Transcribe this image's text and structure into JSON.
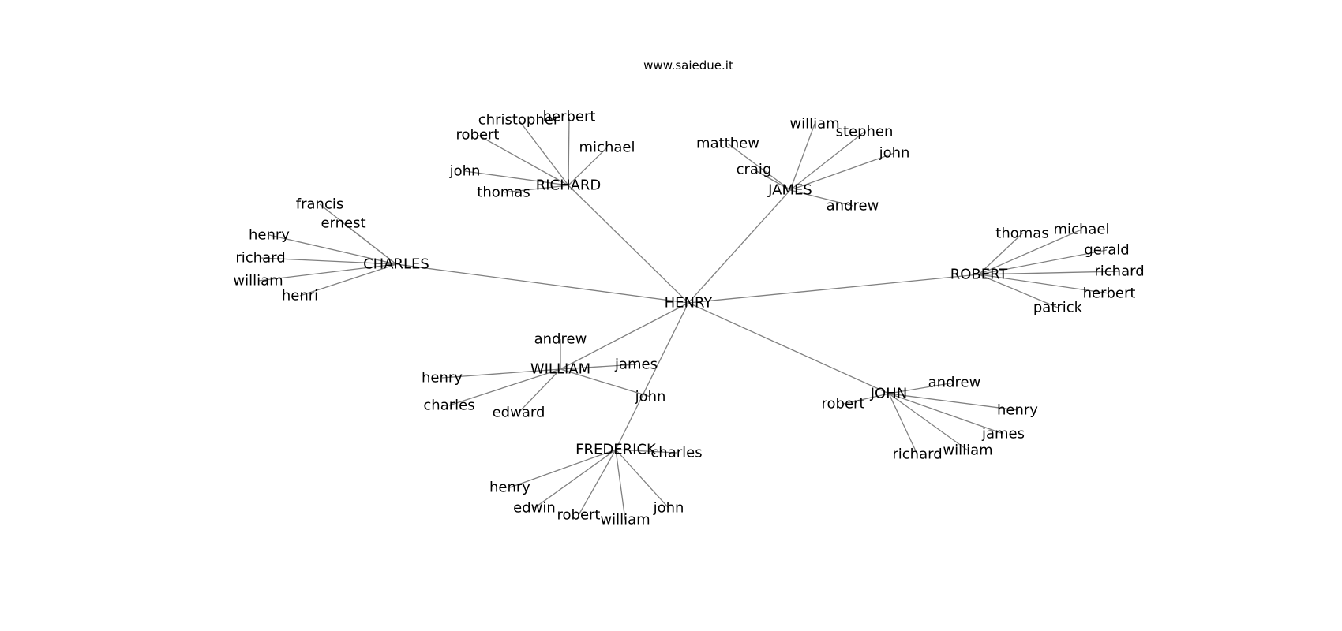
{
  "header": {
    "site": "www.saiedue.it"
  },
  "graph": {
    "root": "HENRY",
    "hubs": [
      {
        "name": "RICHARD",
        "children": [
          "christopher",
          "herbert",
          "robert",
          "michael",
          "john",
          "thomas"
        ]
      },
      {
        "name": "JAMES",
        "children": [
          "william",
          "stephen",
          "matthew",
          "john",
          "craig",
          "andrew"
        ]
      },
      {
        "name": "CHARLES",
        "children": [
          "francis",
          "ernest",
          "henry",
          "richard",
          "william",
          "henri"
        ]
      },
      {
        "name": "ROBERT",
        "children": [
          "thomas",
          "michael",
          "gerald",
          "richard",
          "herbert",
          "patrick"
        ]
      },
      {
        "name": "WILLIAM",
        "children": [
          "andrew",
          "james",
          "henry",
          "john",
          "charles",
          "edward"
        ]
      },
      {
        "name": "JOHN",
        "children": [
          "andrew",
          "robert",
          "henry",
          "james",
          "william",
          "richard"
        ]
      },
      {
        "name": "FREDERICK",
        "children": [
          "charles",
          "henry",
          "edwin",
          "robert",
          "william",
          "john"
        ]
      }
    ]
  }
}
